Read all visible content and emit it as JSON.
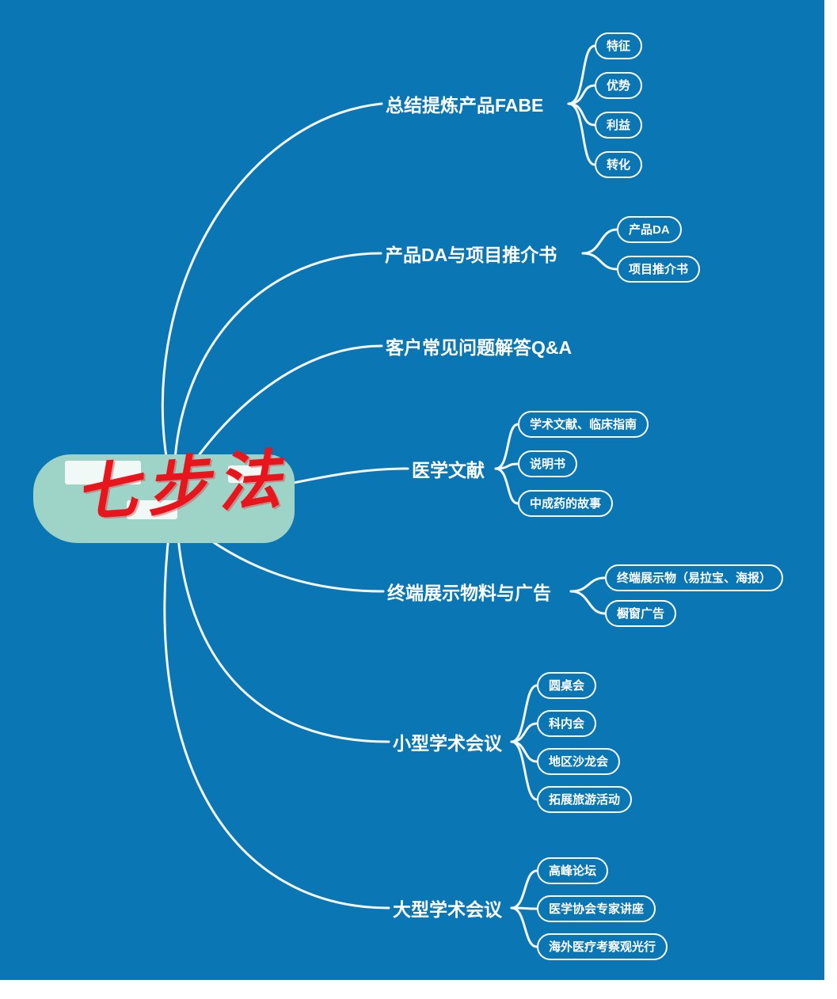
{
  "mindmap": {
    "root": {
      "label": "七步法"
    },
    "branches": [
      {
        "label": "总结提炼产品FABE",
        "children": [
          "特征",
          "优势",
          "利益",
          "转化"
        ]
      },
      {
        "label": "产品DA与项目推介书",
        "children": [
          "产品DA",
          "项目推介书"
        ]
      },
      {
        "label": "客户常见问题解答Q&A",
        "children": []
      },
      {
        "label": "医学文献",
        "children": [
          "学术文献、临床指南",
          "说明书",
          "中成药的故事"
        ]
      },
      {
        "label": "终端展示物料与广告",
        "children": [
          "终端展示物（易拉宝、海报）",
          "橱窗广告"
        ]
      },
      {
        "label": "小型学术会议",
        "children": [
          "圆桌会",
          "科内会",
          "地区沙龙会",
          "拓展旅游活动"
        ]
      },
      {
        "label": "大型学术会议",
        "children": [
          "高峰论坛",
          "医学协会专家讲座",
          "海外医疗考察观光行"
        ]
      }
    ],
    "colors": {
      "background": "#0b76b4",
      "branch_text": "#ffffff",
      "pill_border": "#ffffff",
      "connector": "#f5f8fa",
      "root_background": "#9ed3c8",
      "root_text": "#e8151c"
    }
  }
}
